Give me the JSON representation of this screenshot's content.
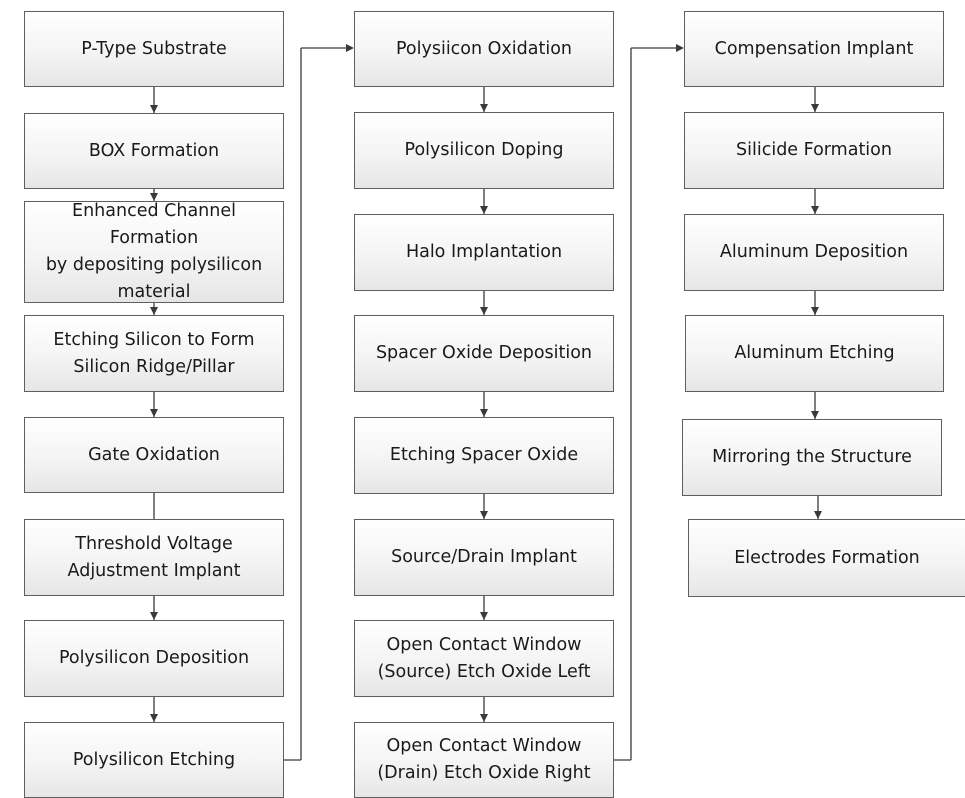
{
  "columns": [
    {
      "id": "col-1",
      "steps": [
        "P-Type Substrate",
        "BOX Formation",
        "Enhanced Channel Formation\nby depositing polysilicon\nmaterial",
        "Etching Silicon to Form\nSilicon Ridge/Pillar",
        "Gate Oxidation",
        "Threshold Voltage\nAdjustment  Implant",
        "Polysilicon Deposition",
        "Polysilicon Etching"
      ]
    },
    {
      "id": "col-2",
      "steps": [
        "Polysiicon Oxidation",
        "Polysilicon Doping",
        "Halo Implantation",
        "Spacer Oxide Deposition",
        "Etching Spacer Oxide",
        "Source/Drain Implant",
        "Open Contact Window\n(Source) Etch Oxide Left",
        "Open Contact Window\n(Drain) Etch Oxide Right"
      ]
    },
    {
      "id": "col-3",
      "steps": [
        "Compensation Implant",
        "Silicide Formation",
        "Aluminum Deposition",
        "Aluminum Etching",
        "Mirroring the Structure",
        "Electrodes Formation"
      ]
    }
  ],
  "colors": {
    "line": "#3a3a3a",
    "box_border": "#5f5f5f",
    "text": "#1a1a1a"
  }
}
